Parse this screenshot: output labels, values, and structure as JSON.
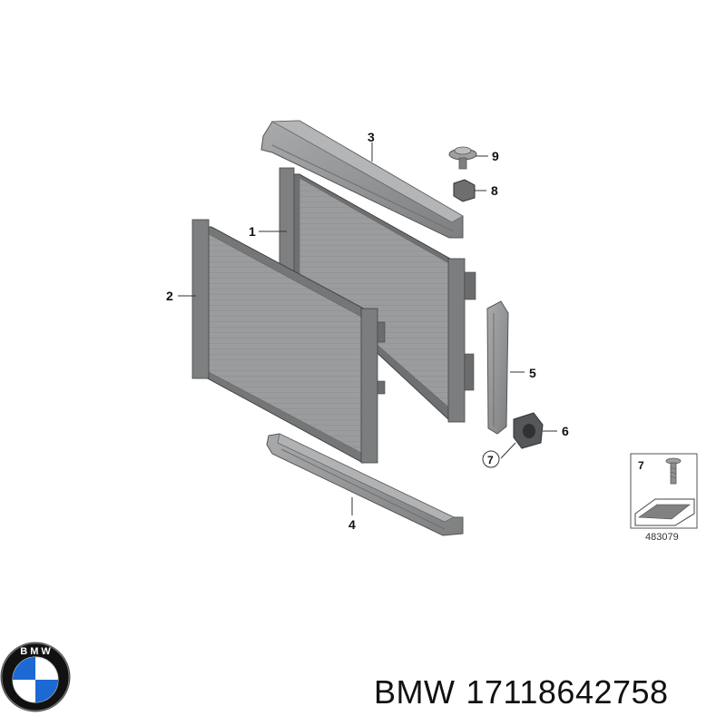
{
  "callouts": {
    "c1": "1",
    "c2": "2",
    "c3": "3",
    "c4": "4",
    "c5": "5",
    "c6": "6",
    "c7": "7",
    "c8": "8",
    "c9": "9"
  },
  "inset": {
    "label": "7",
    "diagram_number": "483079"
  },
  "logo": {
    "letters": "B M W"
  },
  "footer": {
    "brand": "BMW",
    "part_number": "17118642758"
  },
  "colors": {
    "part_gray": "#8f9193",
    "part_dark": "#6f7173",
    "line": "#333333",
    "logo_blue": "#1c69d4"
  }
}
